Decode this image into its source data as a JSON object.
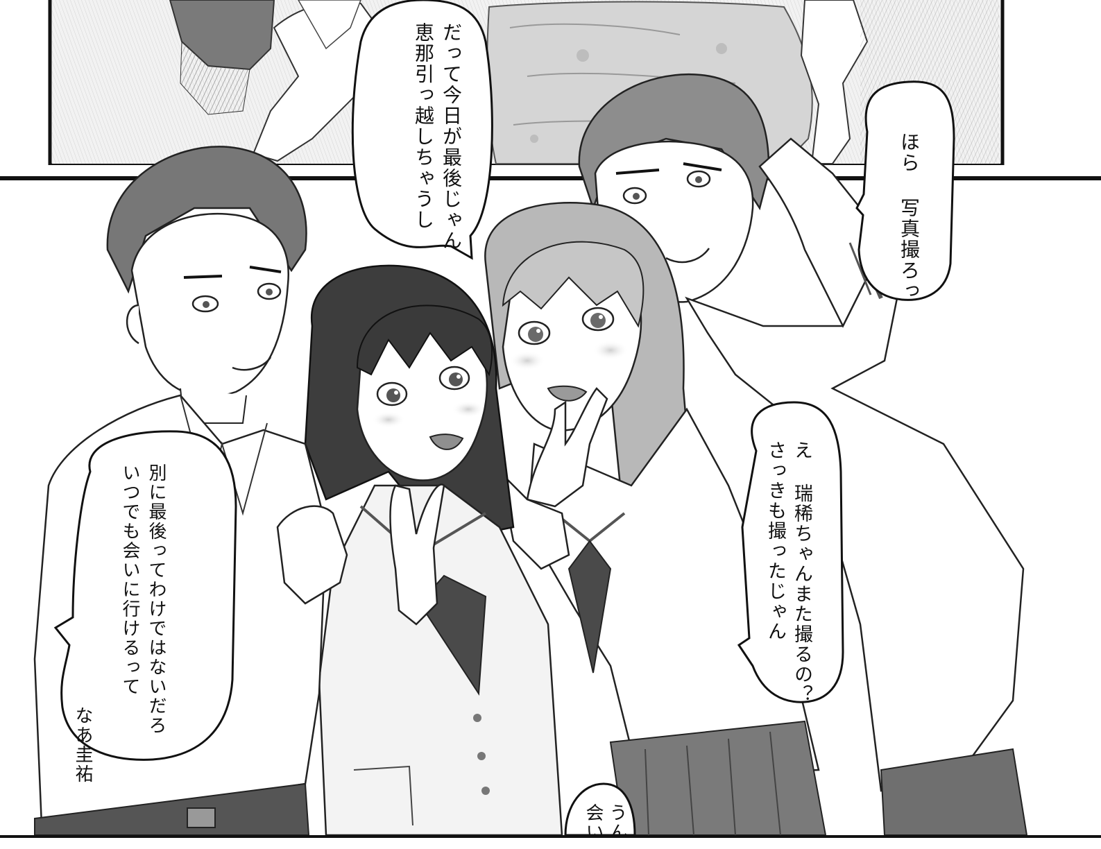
{
  "manga_page": {
    "panels": [
      {
        "name": "top-panel",
        "description_visible": false
      },
      {
        "name": "main-panel",
        "speech_bubbles": [
          {
            "id": "bubble-top-center",
            "lines": [
              "だって今日が最後じゃん",
              "恵那引っ越しちゃうし"
            ]
          },
          {
            "id": "bubble-top-right",
            "lines": [
              "ほら 写真撮ろっ"
            ]
          },
          {
            "id": "bubble-right",
            "lines": [
              "え 瑞稀ちゃんまた撮るの？",
              "さっきも撮ったじゃん"
            ]
          },
          {
            "id": "bubble-left",
            "lines": [
              "別に最後ってわけではないだろ",
              "いつでも会いに行けるって"
            ],
            "tail_line": "なあ圭祐"
          },
          {
            "id": "bubble-bottom",
            "lines": [
              "うん",
              "会い"
            ]
          }
        ]
      }
    ]
  },
  "colors": {
    "ink": "#111111",
    "paper": "#ffffff",
    "tone_dark": "#6d6d6d",
    "tone_mid": "#a7a7a7",
    "tone_light": "#d8d8d8",
    "tie": "#4a4a4a"
  }
}
